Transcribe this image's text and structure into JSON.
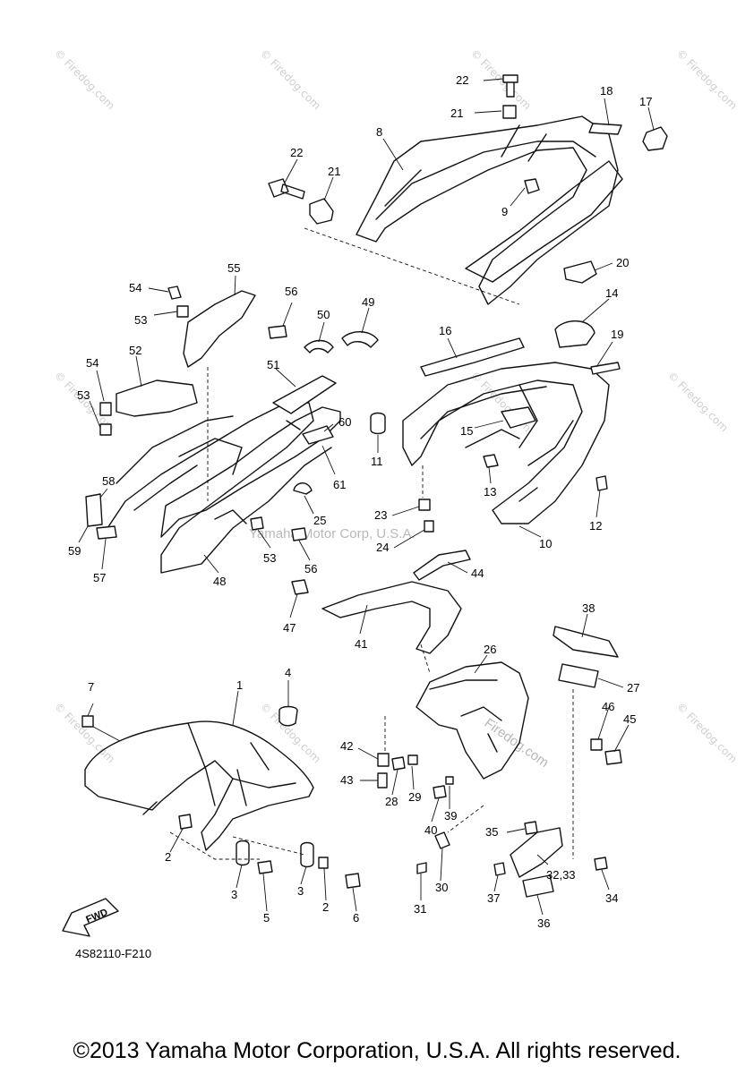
{
  "callouts": {
    "c22a": "22",
    "c21a": "21",
    "c18": "18",
    "c17": "17",
    "c8": "8",
    "c22b": "22",
    "c21b": "21",
    "c9": "9",
    "c20": "20",
    "c55": "55",
    "c54a": "54",
    "c56a": "56",
    "c53a": "53",
    "c50": "50",
    "c49": "49",
    "c14": "14",
    "c16": "16",
    "c19": "19",
    "c52": "52",
    "c54b": "54",
    "c51": "51",
    "c53b": "53",
    "c60": "60",
    "c61": "61",
    "c11": "11",
    "c15": "15",
    "c58": "58",
    "c59": "59",
    "c57": "57",
    "c25": "25",
    "c13": "13",
    "c12": "12",
    "c23": "23",
    "c24": "24",
    "c10": "10",
    "c53c": "53",
    "c56b": "56",
    "c48": "48",
    "c44": "44",
    "c47": "47",
    "c41": "41",
    "c38": "38",
    "c26": "26",
    "c27": "27",
    "c7": "7",
    "c4": "4",
    "c1": "1",
    "c46": "46",
    "c45": "45",
    "c42": "42",
    "c43": "43",
    "c28": "28",
    "c29": "29",
    "c40": "40",
    "c39": "39",
    "c35": "35",
    "c2a": "2",
    "c3a": "3",
    "c5": "5",
    "c3b": "3",
    "c2b": "2",
    "c6": "6",
    "c31": "31",
    "c30": "30",
    "c32_33": "32,33",
    "c37": "37",
    "c34": "34",
    "c36": "36"
  },
  "fwd_label": "FWD",
  "diagram_code": "4S82110-F210",
  "watermark_center": "Yamaha Motor Corp, U.S.A.",
  "watermark_logo": "© Firedog.com",
  "watermark_fd": "Firedog.com",
  "copyright": "©2013 Yamaha Motor Corporation, U.S.A. All rights reserved."
}
